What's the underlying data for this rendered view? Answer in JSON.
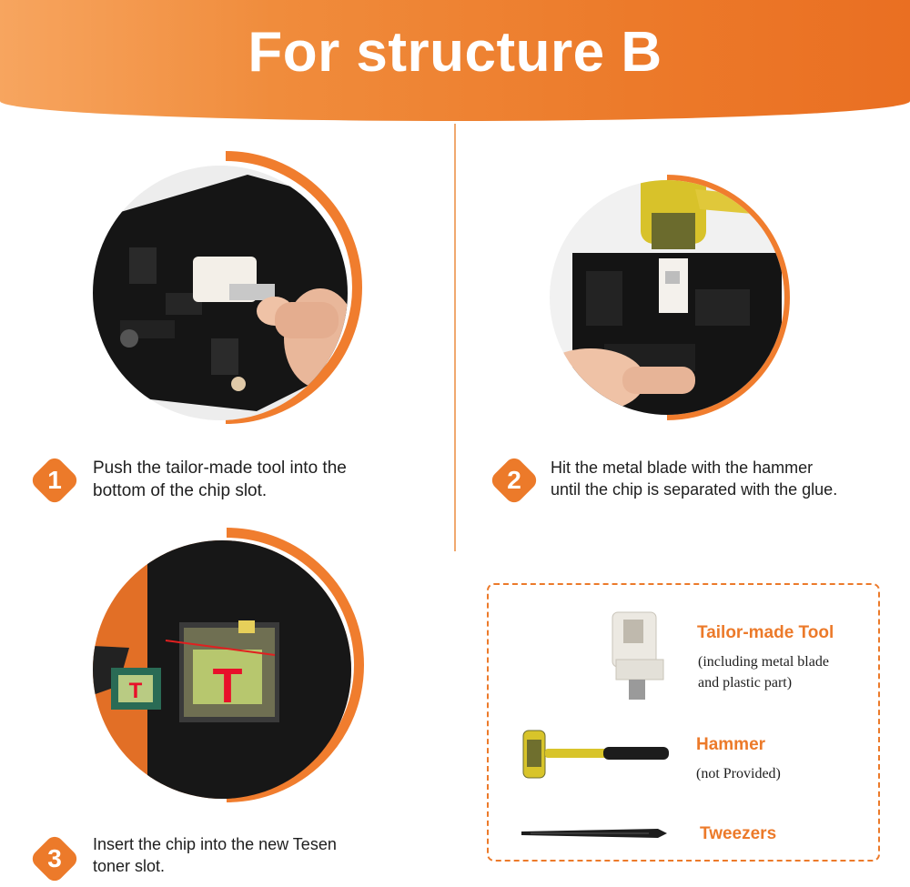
{
  "header": {
    "title": "For structure B"
  },
  "steps": [
    {
      "number": "1",
      "line1": "Push the tailor-made tool into the",
      "line2": "bottom of the chip slot."
    },
    {
      "number": "2",
      "line1": "Hit the metal blade with the hammer",
      "line2": "until the chip is separated with the glue."
    },
    {
      "number": "3",
      "line1": "Insert the chip into the new Tesen",
      "line2": "toner slot."
    }
  ],
  "tools": [
    {
      "name": "Tailor-made Tool",
      "note_line1": "(including metal blade",
      "note_line2": "and plastic part)",
      "icon": "tailor-made-tool-icon"
    },
    {
      "name": "Hammer",
      "note_line1": "(not Provided)",
      "icon": "hammer-icon"
    },
    {
      "name": "Tweezers",
      "icon": "tweezers-icon"
    }
  ],
  "photo3_chip_marks": [
    "T",
    "T"
  ],
  "colors": {
    "accent": "#ec7a2a",
    "header_start": "#f7a55f",
    "header_end": "#ea6f22",
    "chip_mark": "#e8102a"
  }
}
